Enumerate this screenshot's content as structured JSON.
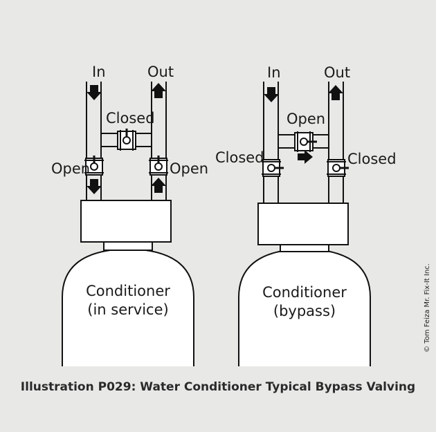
{
  "left": {
    "in_label": "In",
    "out_label": "Out",
    "bypass_valve_label": "Closed",
    "inlet_valve_label": "Open",
    "outlet_valve_label": "Open",
    "tank_line1": "Conditioner",
    "tank_line2": "(in service)"
  },
  "right": {
    "in_label": "In",
    "out_label": "Out",
    "bypass_valve_label": "Open",
    "inlet_valve_label": "Closed",
    "outlet_valve_label": "Closed",
    "tank_line1": "Conditioner",
    "tank_line2": "(bypass)"
  },
  "caption": "Illustration P029: Water Conditioner Typical Bypass Valving",
  "copyright": "© Tom Feiza Mr. Fix-It Inc."
}
